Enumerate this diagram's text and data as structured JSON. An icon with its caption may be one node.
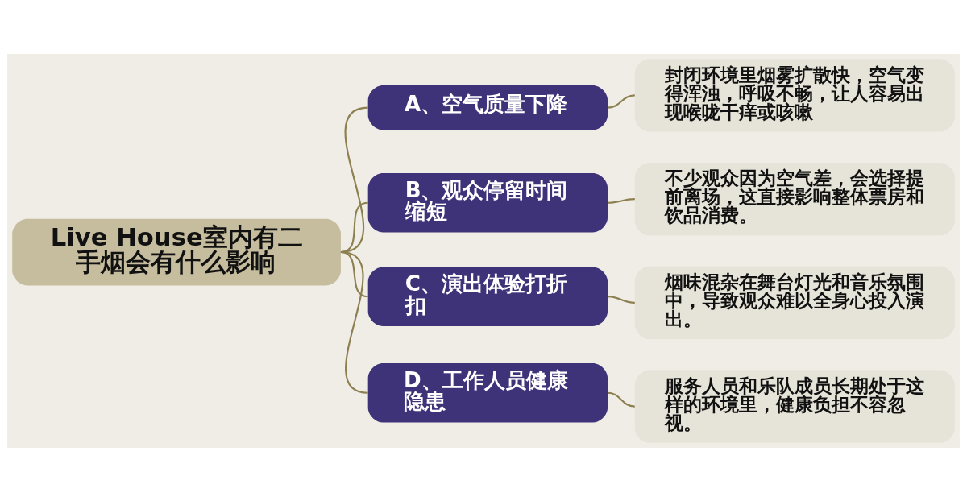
{
  "diagram": {
    "nodes": [
      {
        "text": [
          "Live House室内有二手烟会有什么影响"
        ]
      },
      {
        "text": [
          "A、空气质量下降"
        ]
      },
      {
        "text": [
          "B、观众停留时间缩短"
        ]
      },
      {
        "text": [
          "C、演出体验打折扣"
        ]
      },
      {
        "text": [
          "D、工作人员健康隐患"
        ]
      },
      {
        "text": [
          "封闭环境里烟雾扩散快，空气变得浑浊，呼吸不畅，让人容易出现喉咙干痒或咳嗽"
        ]
      },
      {
        "text": [
          "不少观众因为空气差，会选择提前离场，这直接影响整体票房和饮品消费。"
        ]
      },
      {
        "text": [
          "烟味混杂在舞台灯光和音乐氛围中，导致观众难以全身心投入演出。"
        ]
      },
      {
        "text": [
          "服务人员和乐队成员长期处于这样的环境里，健康负担不容忽视。"
        ]
      }
    ],
    "edges": [
      {
        "from": 0,
        "to": 1,
        "arrow": "none"
      },
      {
        "from": 0,
        "to": 2,
        "arrow": "none"
      },
      {
        "from": 0,
        "to": 3,
        "arrow": "none"
      },
      {
        "from": 0,
        "to": 4,
        "arrow": "none"
      },
      {
        "from": 1,
        "to": 5,
        "arrow": "none"
      },
      {
        "from": 2,
        "to": 6,
        "arrow": "none"
      },
      {
        "from": 3,
        "to": 7,
        "arrow": "none"
      },
      {
        "from": 4,
        "to": 8,
        "arrow": "none"
      }
    ]
  }
}
